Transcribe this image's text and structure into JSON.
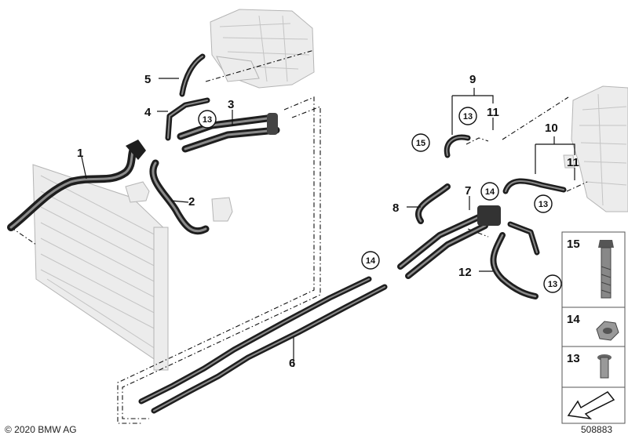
{
  "callouts": [
    "1",
    "2",
    "3",
    "4",
    "5",
    "6",
    "7",
    "8",
    "9",
    "10",
    "11",
    "11",
    "12"
  ],
  "circled_callouts": [
    "13",
    "13",
    "13",
    "13",
    "14",
    "14",
    "15"
  ],
  "legend_items": [
    {
      "number": "15",
      "icon": "bolt-with-washer-icon"
    },
    {
      "number": "14",
      "icon": "hex-nut-icon"
    },
    {
      "number": "13",
      "icon": "small-bolt-icon"
    }
  ],
  "copyright": "© 2020 BMW AG",
  "diagram_number": "508883",
  "colors": {
    "hose": "#1e1e1e",
    "hose_highlight": "#8a8a8a",
    "ghost_part": "#ececec",
    "line": "#111111"
  }
}
